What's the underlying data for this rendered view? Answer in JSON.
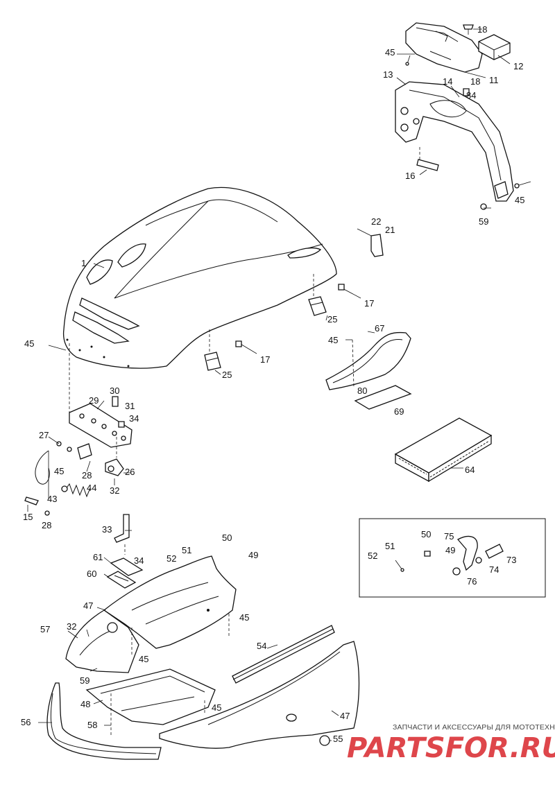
{
  "callouts": [
    {
      "id": "c18a",
      "label": "18"
    },
    {
      "id": "c12",
      "label": "12"
    },
    {
      "id": "c45a",
      "label": "45"
    },
    {
      "id": "c11",
      "label": "11"
    },
    {
      "id": "c13",
      "label": "13"
    },
    {
      "id": "c14",
      "label": "14"
    },
    {
      "id": "c18b",
      "label": "18"
    },
    {
      "id": "c84",
      "label": "84"
    },
    {
      "id": "c16",
      "label": "16"
    },
    {
      "id": "c45b",
      "label": "45"
    },
    {
      "id": "c59a",
      "label": "59"
    },
    {
      "id": "c22",
      "label": "22"
    },
    {
      "id": "c21",
      "label": "21"
    },
    {
      "id": "c1",
      "label": "1"
    },
    {
      "id": "c17a",
      "label": "17"
    },
    {
      "id": "c25a",
      "label": "25"
    },
    {
      "id": "c67",
      "label": "67"
    },
    {
      "id": "c45c",
      "label": "45"
    },
    {
      "id": "c45d",
      "label": "45"
    },
    {
      "id": "c17b",
      "label": "17"
    },
    {
      "id": "c25b",
      "label": "25"
    },
    {
      "id": "c80",
      "label": "80"
    },
    {
      "id": "c69",
      "label": "69"
    },
    {
      "id": "c30",
      "label": "30"
    },
    {
      "id": "c29",
      "label": "29"
    },
    {
      "id": "c31",
      "label": "31"
    },
    {
      "id": "c34a",
      "label": "34"
    },
    {
      "id": "c27",
      "label": "27"
    },
    {
      "id": "c64",
      "label": "64"
    },
    {
      "id": "c45e",
      "label": "45"
    },
    {
      "id": "c28a",
      "label": "28"
    },
    {
      "id": "c26",
      "label": "26"
    },
    {
      "id": "c44",
      "label": "44"
    },
    {
      "id": "c32a",
      "label": "32"
    },
    {
      "id": "c43",
      "label": "43"
    },
    {
      "id": "c15",
      "label": "15"
    },
    {
      "id": "c28b",
      "label": "28"
    },
    {
      "id": "c33",
      "label": "33"
    },
    {
      "id": "c50a",
      "label": "50"
    },
    {
      "id": "c75",
      "label": "75"
    },
    {
      "id": "c51a",
      "label": "51"
    },
    {
      "id": "c49a",
      "label": "49"
    },
    {
      "id": "c52a",
      "label": "52"
    },
    {
      "id": "c73",
      "label": "73"
    },
    {
      "id": "c74",
      "label": "74"
    },
    {
      "id": "c76",
      "label": "76"
    },
    {
      "id": "c50b",
      "label": "50"
    },
    {
      "id": "c51b",
      "label": "51"
    },
    {
      "id": "c49b",
      "label": "49"
    },
    {
      "id": "c52b",
      "label": "52"
    },
    {
      "id": "c34b",
      "label": "34"
    },
    {
      "id": "c61",
      "label": "61"
    },
    {
      "id": "c60",
      "label": "60"
    },
    {
      "id": "c47a",
      "label": "47"
    },
    {
      "id": "c45f",
      "label": "45"
    },
    {
      "id": "c57",
      "label": "57"
    },
    {
      "id": "c32b",
      "label": "32"
    },
    {
      "id": "c45g",
      "label": "45"
    },
    {
      "id": "c59b",
      "label": "59"
    },
    {
      "id": "c54",
      "label": "54"
    },
    {
      "id": "c48",
      "label": "48"
    },
    {
      "id": "c45h",
      "label": "45"
    },
    {
      "id": "c47b",
      "label": "47"
    },
    {
      "id": "c56",
      "label": "56"
    },
    {
      "id": "c58",
      "label": "58"
    },
    {
      "id": "c55",
      "label": "55"
    }
  ],
  "watermark": {
    "caption": "ЗАПЧАСТИ И АКСЕССУАРЫ ДЛЯ МОТОТЕХНИКИ",
    "logo": "PARTSFOR.RU"
  }
}
